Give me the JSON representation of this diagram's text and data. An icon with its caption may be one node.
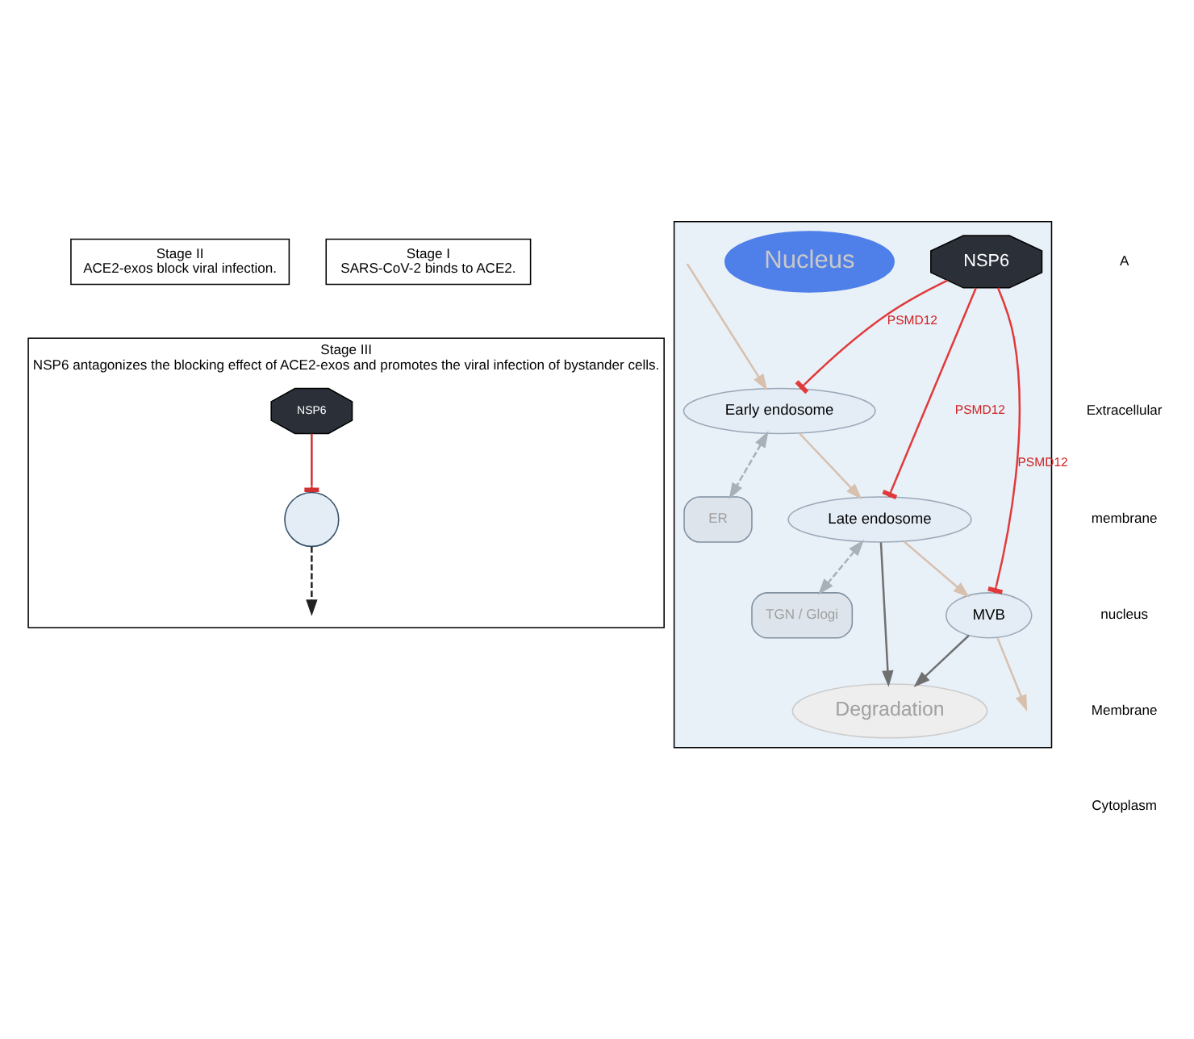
{
  "diagram": {
    "nodes": [
      {
        "text": [
          "Stage I",
          "SARS-CoV-2 binds to ACE2."
        ]
      },
      {
        "text": [
          "Stage II",
          "ACE2-exos block viral infection."
        ]
      },
      {
        "text": [
          "Stage III",
          "NSP6 antagonizes the blocking effect of ACE2-exos and promotes the viral infection of bystander cells."
        ]
      },
      {
        "text": [
          "NSP6"
        ],
        "in": 2
      },
      {
        "text": [],
        "shape": "circle",
        "in": 2
      },
      {
        "text": [],
        "shape": "box"
      },
      {
        "text": [
          "NSP6"
        ],
        "in": 5
      },
      {
        "text": [
          "Early endosome"
        ],
        "in": 5
      },
      {
        "text": [
          "Late endosome"
        ],
        "in": 5
      },
      {
        "text": [
          "MVB"
        ],
        "in": 5
      },
      {
        "text": [
          "Degradation"
        ],
        "in": 5
      },
      {
        "text": [
          "TGN / Glogi"
        ],
        "in": 5
      },
      {
        "text": [
          "ER"
        ],
        "in": 5
      },
      {
        "text": [
          "Nucleus"
        ],
        "in": 5
      }
    ],
    "edges": [
      {
        "from": 3,
        "to": 4,
        "arrow": "other",
        "color": "#d03030"
      },
      {
        "from": 4,
        "to": null,
        "arrow": "to",
        "style": "dashed",
        "color": "#222222"
      },
      {
        "from": null,
        "to": 7,
        "arrow": "to",
        "color": "#d8c0ae"
      },
      {
        "from": 7,
        "to": 8,
        "arrow": "to",
        "color": "#d8c0ae"
      },
      {
        "from": 8,
        "to": 9,
        "arrow": "to",
        "color": "#d8c0ae"
      },
      {
        "from": 9,
        "to": null,
        "arrow": "to",
        "color": "#d8c0ae"
      },
      {
        "from": 9,
        "to": 10,
        "arrow": "to",
        "color": "#707070"
      },
      {
        "from": 8,
        "to": 10,
        "arrow": "to",
        "color": "#707070"
      },
      {
        "from": 7,
        "to": 12,
        "arrow": "both",
        "style": "dashed",
        "color": "#a8b0b8"
      },
      {
        "from": 8,
        "to": 11,
        "arrow": "both",
        "style": "dashed",
        "color": "#a8b0b8"
      },
      {
        "from": 6,
        "to": 7,
        "arrow": "other",
        "label": "PSMD12",
        "color": "#e03a3a"
      },
      {
        "from": 6,
        "to": 8,
        "arrow": "other",
        "label": "PSMD12",
        "color": "#e03a3a"
      },
      {
        "from": 6,
        "to": 9,
        "arrow": "other",
        "label": "PSMD12",
        "color": "#e03a3a"
      }
    ],
    "labels": [
      "A",
      "Extracellular",
      "membrane",
      "nucleus",
      "Membrane",
      "Cytoplasm"
    ]
  }
}
